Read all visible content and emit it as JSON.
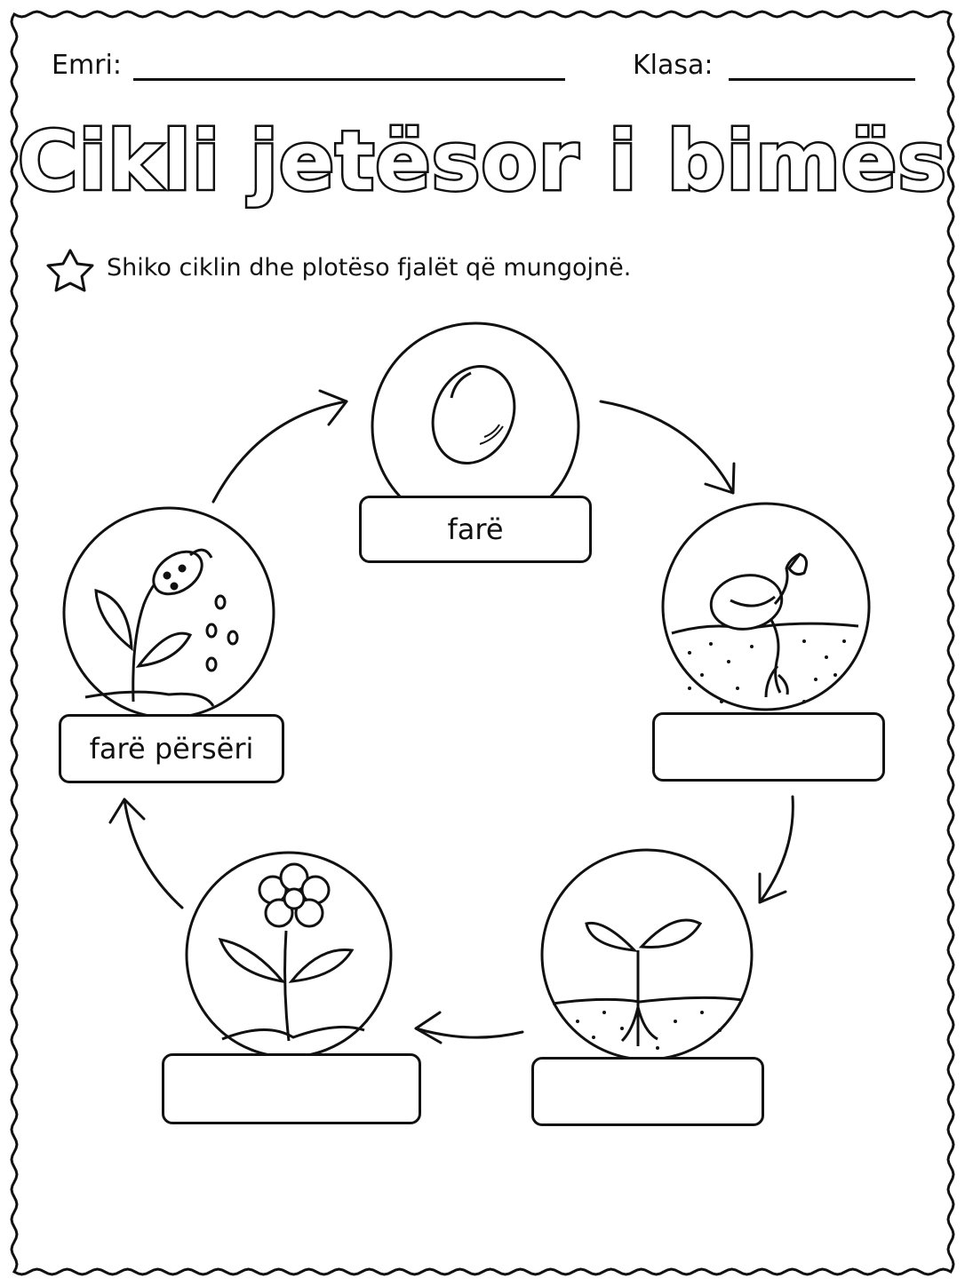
{
  "header": {
    "name_label": "Emri:",
    "class_label": "Klasa:"
  },
  "title": "Cikli jetësor i bimës",
  "instruction": {
    "icon": "star-icon",
    "text": "Shiko ciklin dhe plotëso fjalët që mungojnë."
  },
  "stages": [
    {
      "illustration": "seed-icon",
      "label": "farë"
    },
    {
      "illustration": "sprouting-seed-icon",
      "label": ""
    },
    {
      "illustration": "seedling-icon",
      "label": ""
    },
    {
      "illustration": "flowering-plant-icon",
      "label": ""
    },
    {
      "illustration": "seed-pod-plant-icon",
      "label": "farë përsëri"
    }
  ]
}
